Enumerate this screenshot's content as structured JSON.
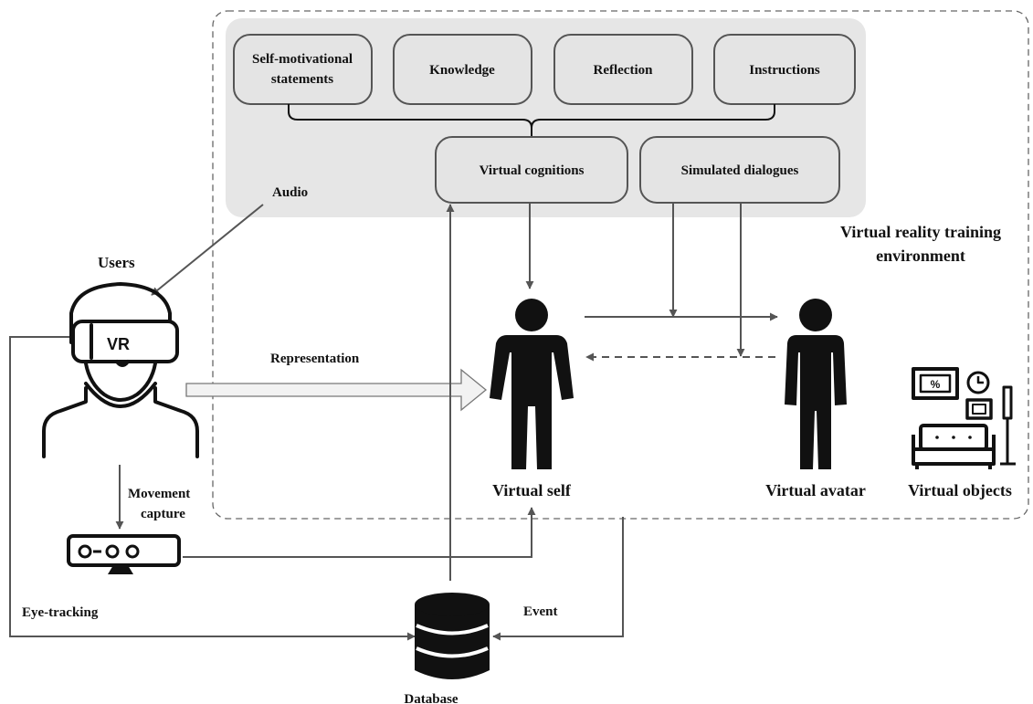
{
  "labels": {
    "self_motivational_line1": "Self-motivational",
    "self_motivational_line2": "statements",
    "knowledge": "Knowledge",
    "reflection": "Reflection",
    "instructions": "Instructions",
    "virtual_cognitions": "Virtual cognitions",
    "simulated_dialogues": "Simulated dialogues",
    "audio": "Audio",
    "users": "Users",
    "vr_env_line1": "Virtual reality training",
    "vr_env_line2": "environment",
    "representation": "Representation",
    "movement_line1": "Movement",
    "movement_line2": "capture",
    "eye_tracking": "Eye-tracking",
    "event": "Event",
    "database": "Database",
    "virtual_self": "Virtual self",
    "virtual_avatar": "Virtual avatar",
    "virtual_objects": "Virtual objects",
    "headset_text": "VR"
  },
  "icons": {
    "user": "vr-user-icon",
    "sensor": "motion-sensor-icon",
    "database": "database-icon",
    "virtual_self": "person-icon",
    "virtual_avatar": "person-icon",
    "virtual_objects": "living-room-icon"
  },
  "colors": {
    "panel": "#e6e6e6",
    "box_fill": "#e4e4e4",
    "stroke": "#555555",
    "figure": "#111111"
  }
}
